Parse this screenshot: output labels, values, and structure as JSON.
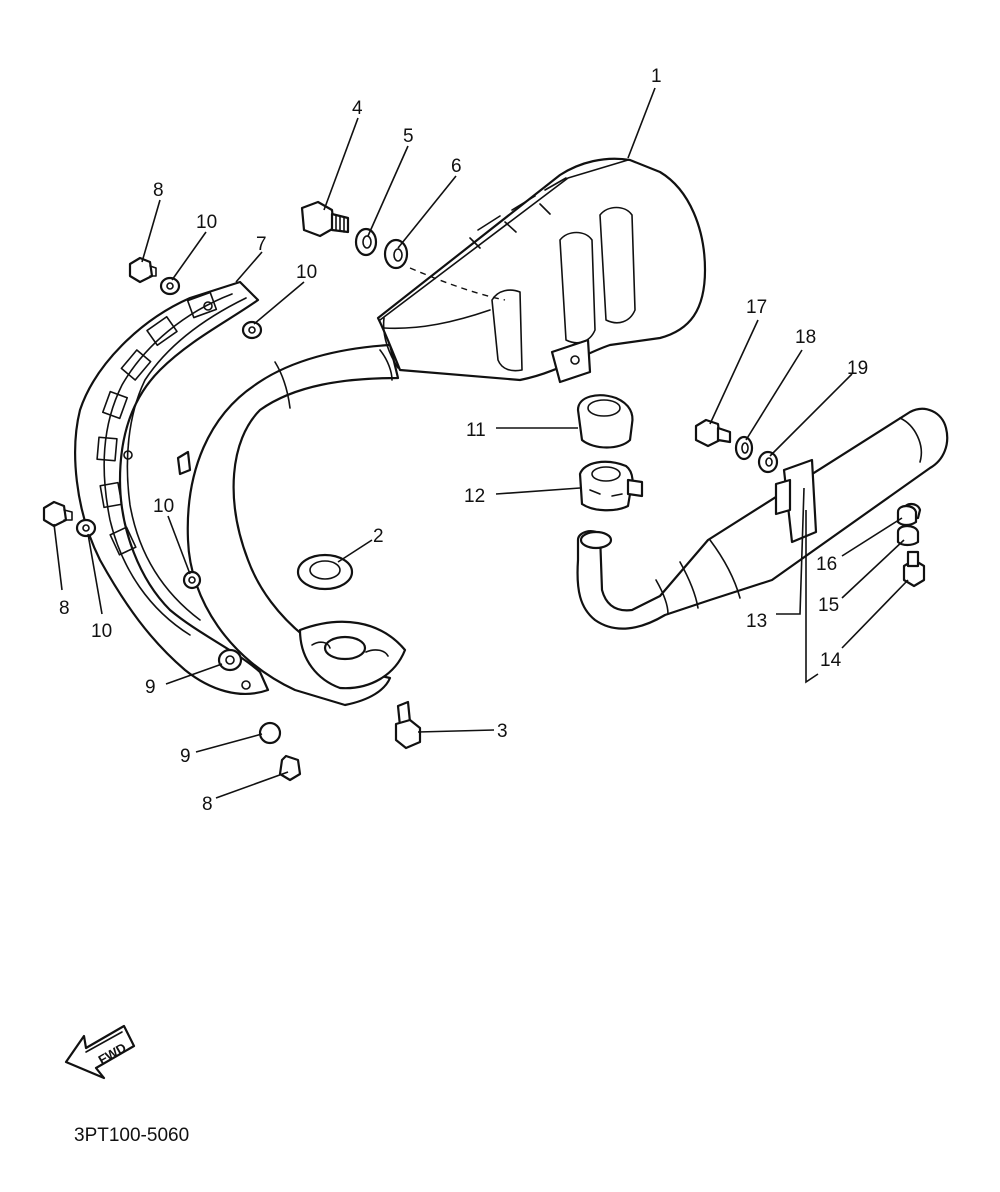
{
  "callouts": {
    "c1": "1",
    "c2": "2",
    "c3": "3",
    "c4": "4",
    "c5": "5",
    "c6": "6",
    "c7": "7",
    "c8a": "8",
    "c8b": "8",
    "c8c": "8",
    "c9a": "9",
    "c9b": "9",
    "c10a": "10",
    "c10b": "10",
    "c10c": "10",
    "c10d": "10",
    "c11": "11",
    "c12": "12",
    "c13": "13",
    "c14": "14",
    "c15": "15",
    "c16": "16",
    "c17": "17",
    "c18": "18",
    "c19": "19"
  },
  "fwd_label": "FWD",
  "diagram_code": "3PT100-5060",
  "colors": {
    "line": "#111111",
    "background": "#ffffff"
  }
}
